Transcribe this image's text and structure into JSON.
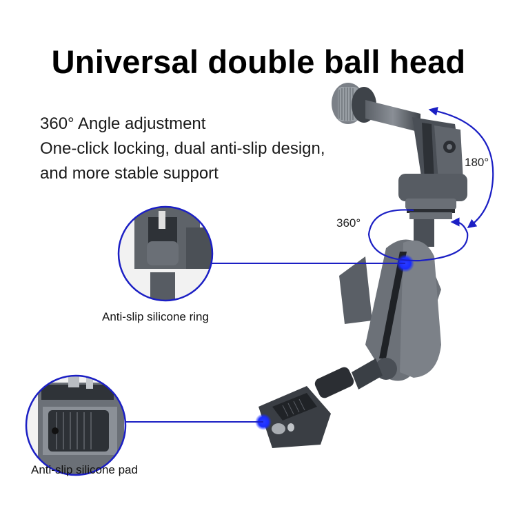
{
  "title": "Universal double ball head",
  "features": [
    "360° Angle adjustment",
    "One-click locking, dual anti-slip design,",
    "and more stable support"
  ],
  "angles": {
    "vertical": "180°",
    "rotation": "360°"
  },
  "callouts": [
    {
      "label": "Anti-slip silicone ring"
    },
    {
      "label": "Anti-slip silicone pad"
    }
  ],
  "colors": {
    "accent_blue": "#1b1fc4",
    "highlight_blue": "#1a2cff",
    "metal_dark": "#3d4248",
    "metal_mid": "#6b7077",
    "background": "#ffffff"
  }
}
